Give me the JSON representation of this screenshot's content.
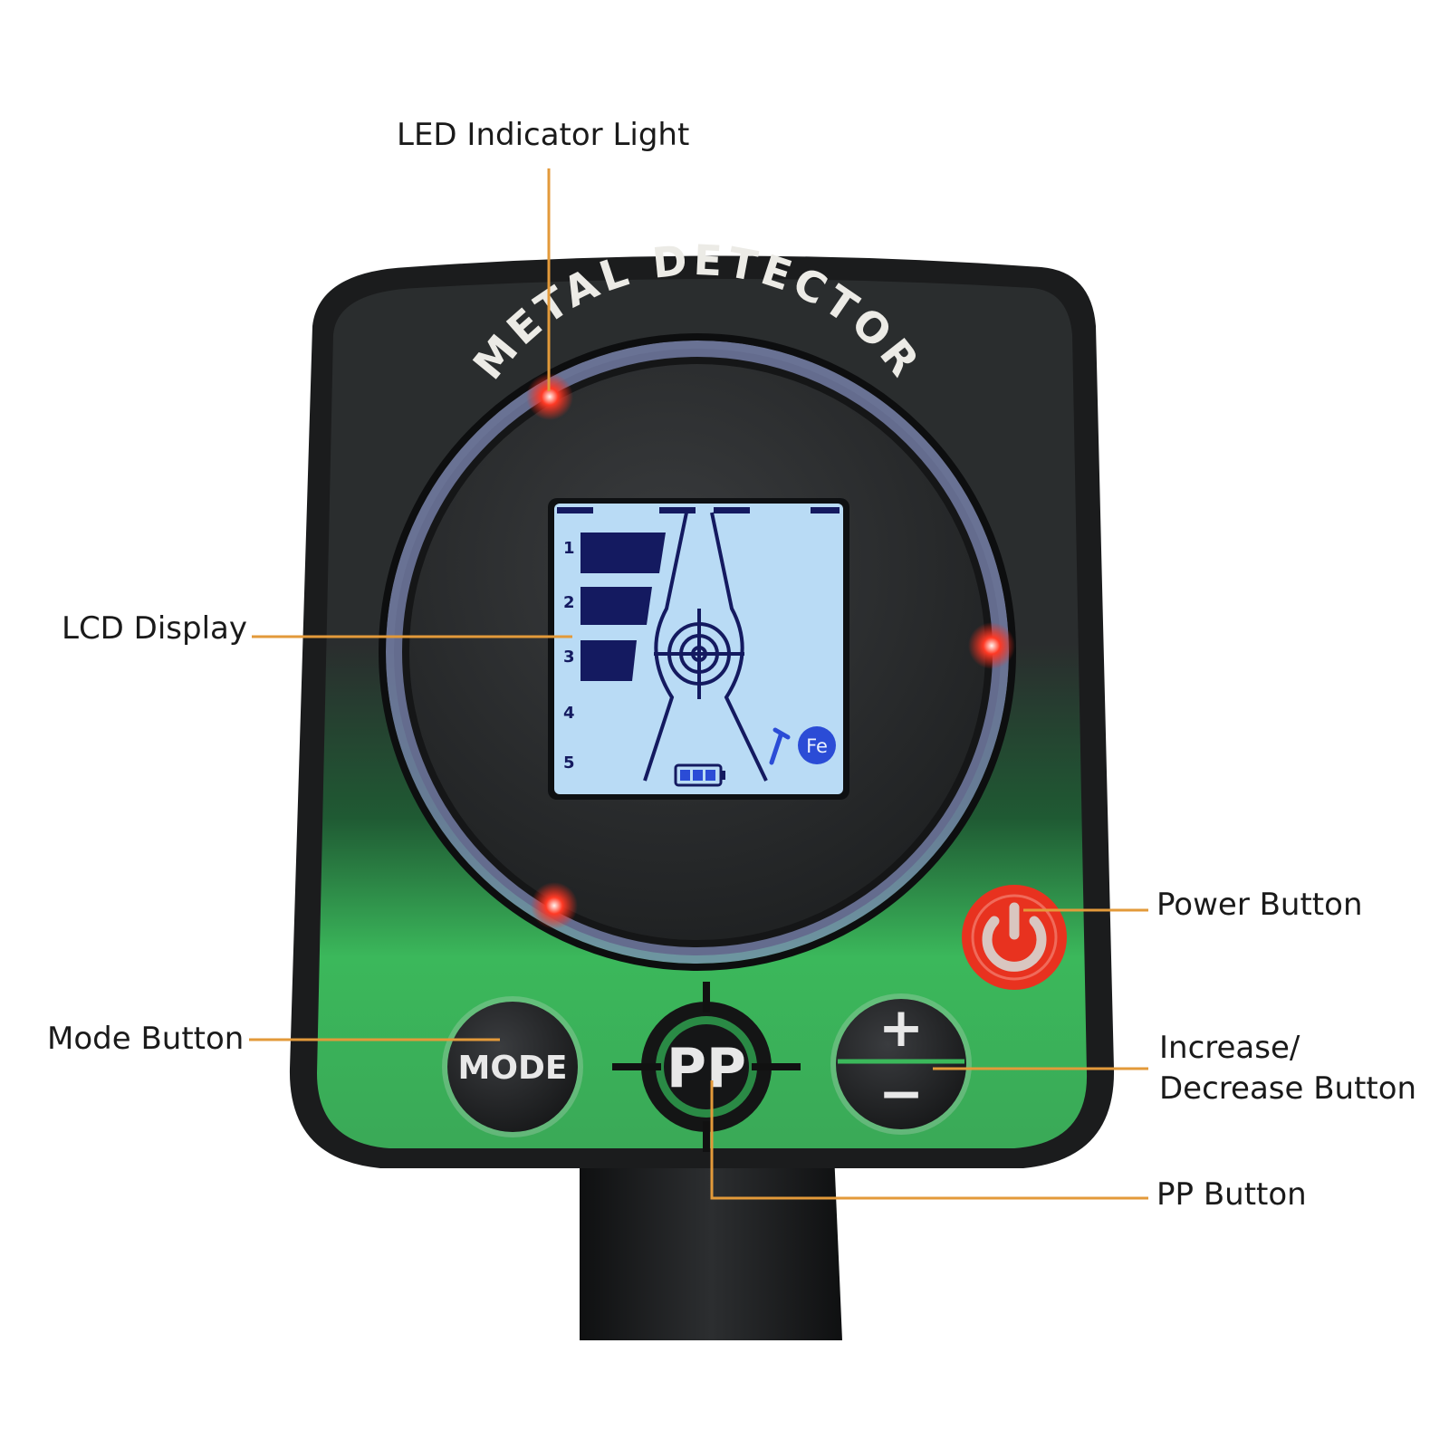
{
  "device": {
    "brand_text": "METAL DETECTOR",
    "lcd": {
      "depth_levels": [
        "1",
        "2",
        "3",
        "4",
        "5"
      ],
      "fe_label": "Fe"
    },
    "buttons": {
      "mode_label": "MODE",
      "pp_label": "PP",
      "plus_symbol": "+",
      "minus_symbol": "−"
    }
  },
  "callouts": {
    "led": "LED Indicator Light",
    "lcd": "LCD Display",
    "power": "Power Button",
    "mode": "Mode Button",
    "increase_line1": "Increase/",
    "increase_line2": "Decrease Button",
    "pp": "PP Button"
  },
  "colors": {
    "leader": "#e39a3a",
    "body": "#1f2122",
    "green_panel": "#3bb85b",
    "lcd_bg": "#b9dbf5",
    "lcd_ink": "#141a60",
    "led_red": "#ff2a1a",
    "power_red": "#e8321f"
  }
}
